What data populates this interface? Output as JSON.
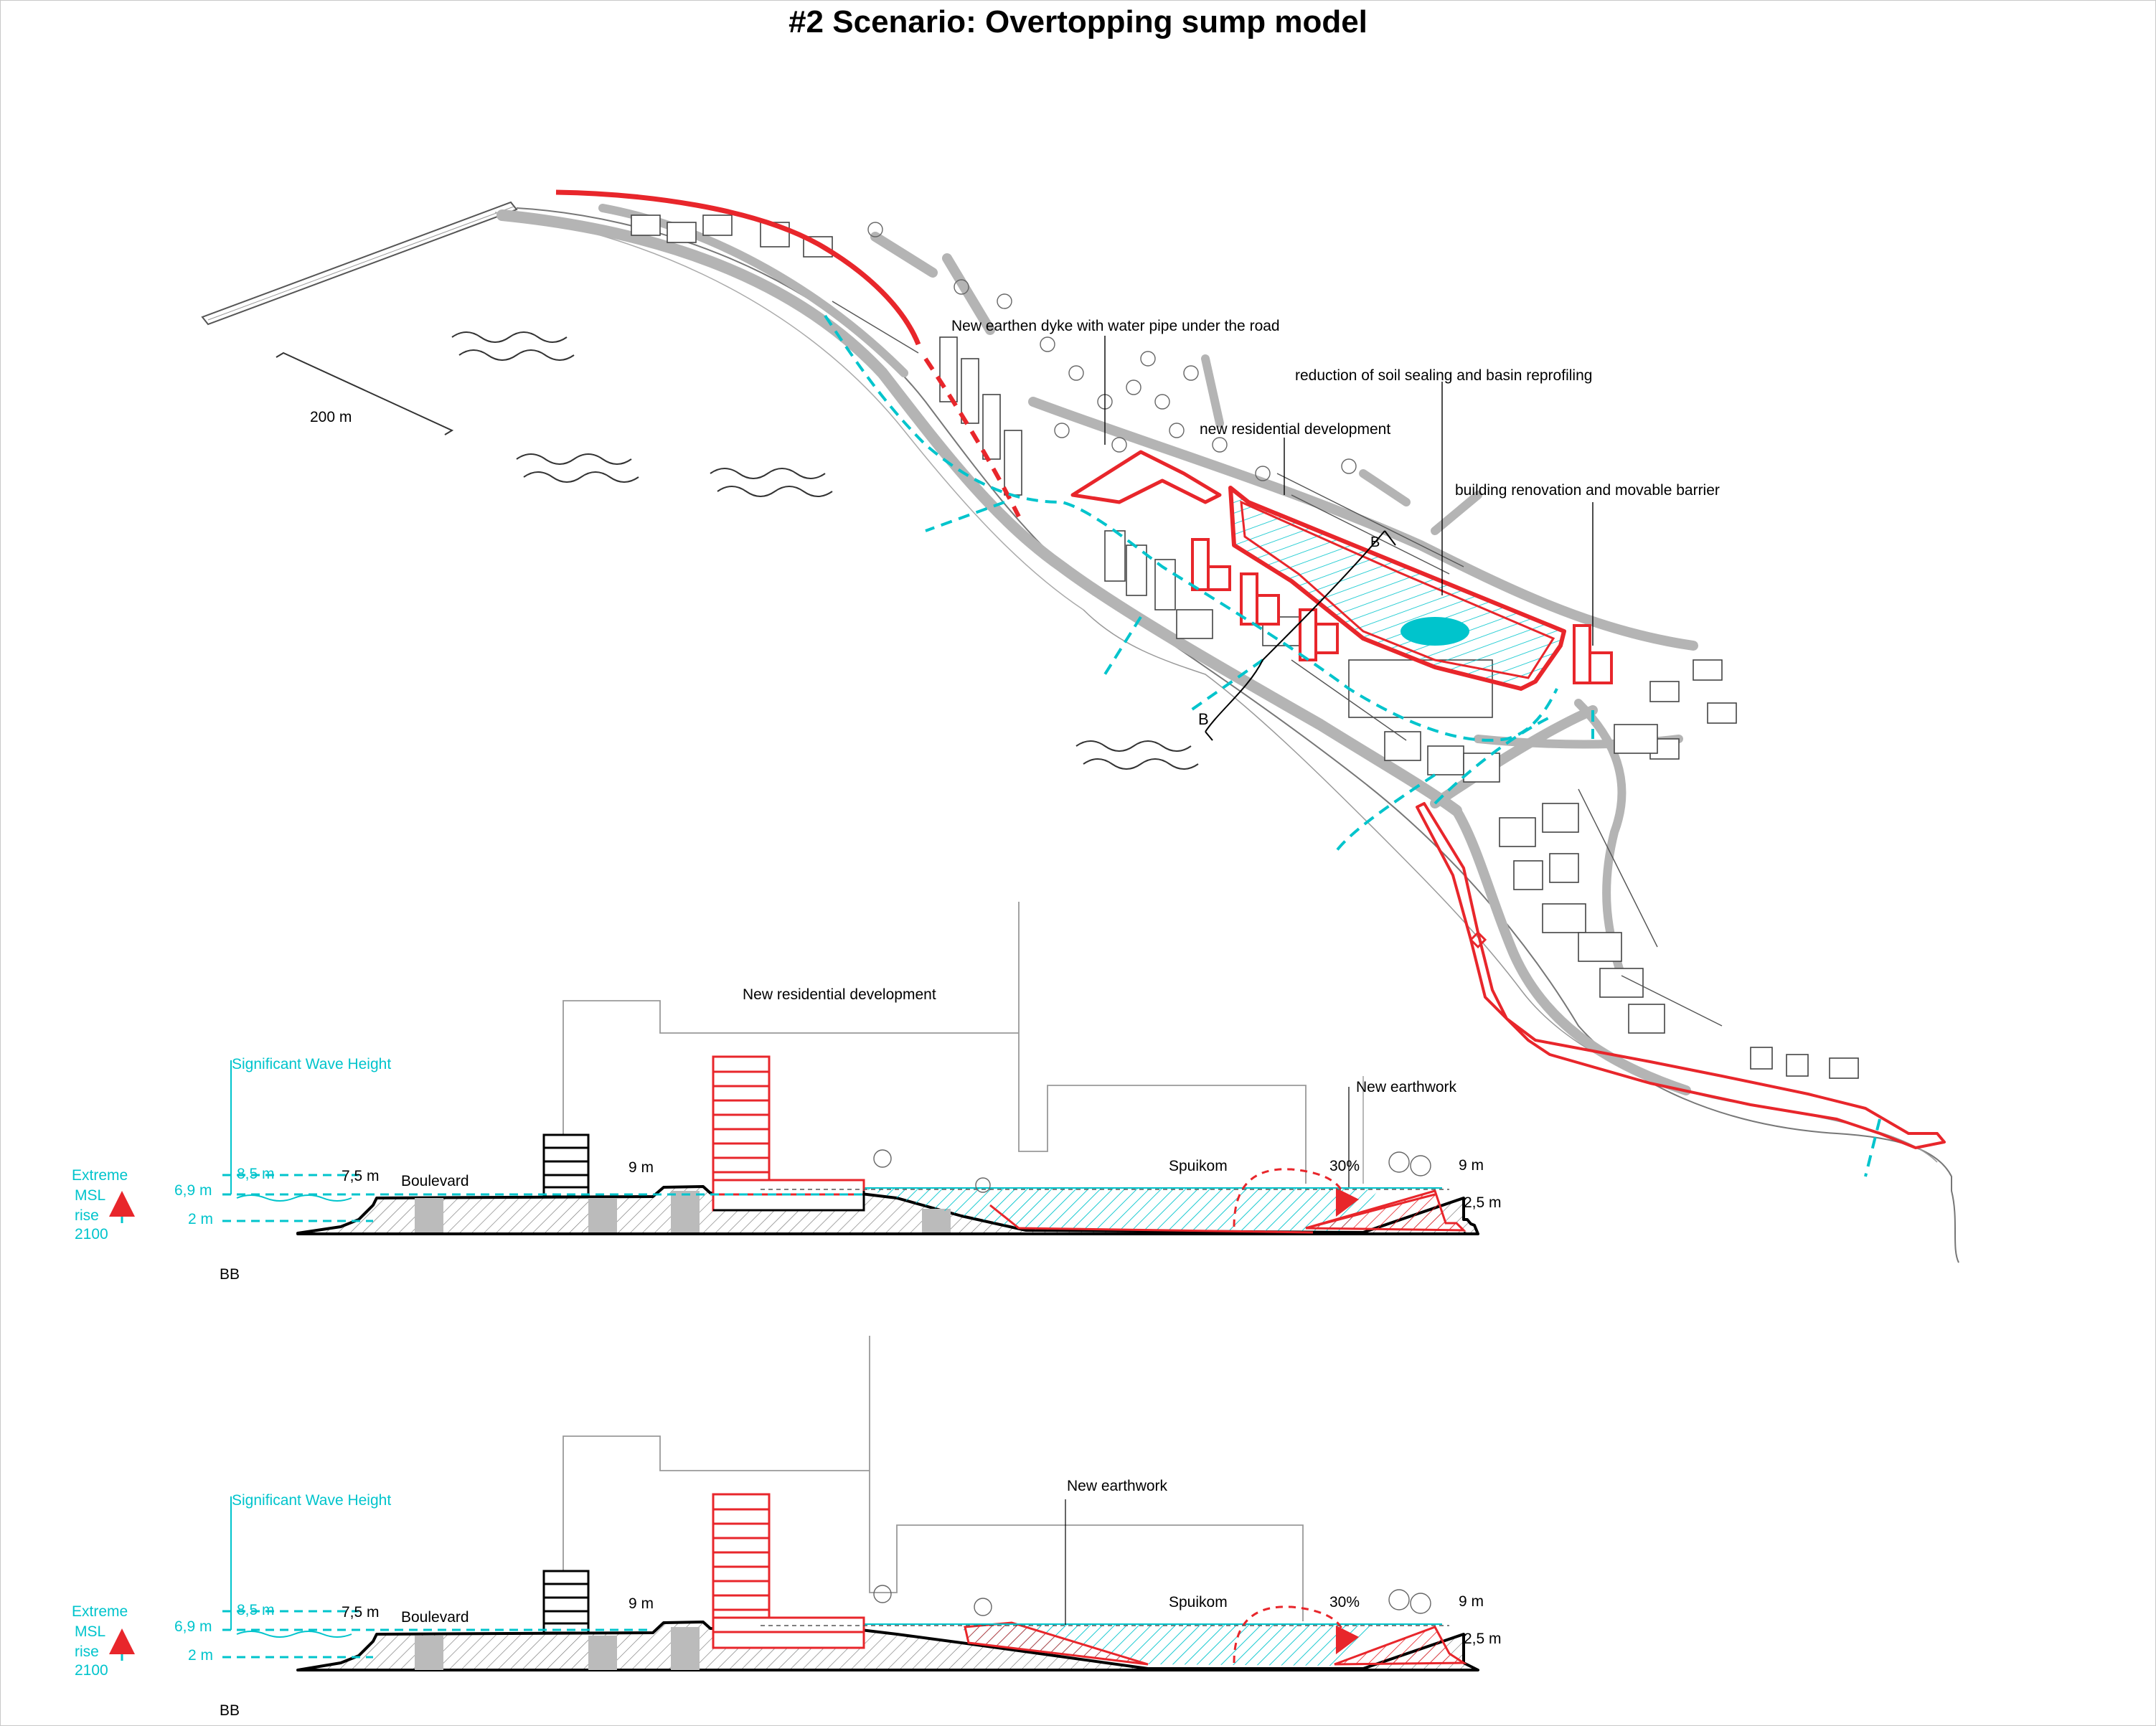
{
  "title": "#2 Scenario: Overtopping sump model",
  "plan": {
    "scale_bar_label": "200 m",
    "section_marker": "B",
    "annotations": [
      "New earthen dyke with water pipe under the road",
      "reduction of soil sealing and basin reprofiling",
      "new residential development",
      "building renovation and movable barrier"
    ]
  },
  "sections": [
    {
      "label": "BB",
      "top_annotation": "New residential development",
      "earthwork_annotation": "New earthwork",
      "wave_label": "Significant Wave Height",
      "msl_label": [
        "Extreme",
        "MSL",
        "rise",
        "2100"
      ],
      "levels": [
        "8,5 m",
        "6,9 m",
        "2 m"
      ],
      "boulevard_level": "7,5 m",
      "boulevard": "Boulevard",
      "road_level": "9 m",
      "basin": "Spuikom",
      "slope": "30%",
      "right_top": "9 m",
      "right_low": "2,5 m"
    },
    {
      "label": "BB",
      "earthwork_annotation": "New earthwork",
      "wave_label": "Significant Wave Height",
      "msl_label": [
        "Extreme",
        "MSL",
        "rise",
        "2100"
      ],
      "levels": [
        "8,5 m",
        "6,9 m",
        "2 m"
      ],
      "boulevard_level": "7,5 m",
      "boulevard": "Boulevard",
      "road_level": "9 m",
      "basin": "Spuikom",
      "slope": "30%",
      "right_top": "9 m",
      "right_low": "2,5 m"
    }
  ],
  "colors": {
    "accent_red": "#e8262b",
    "water_cyan": "#00c4cc",
    "road_gray": "#b4b4b4"
  }
}
